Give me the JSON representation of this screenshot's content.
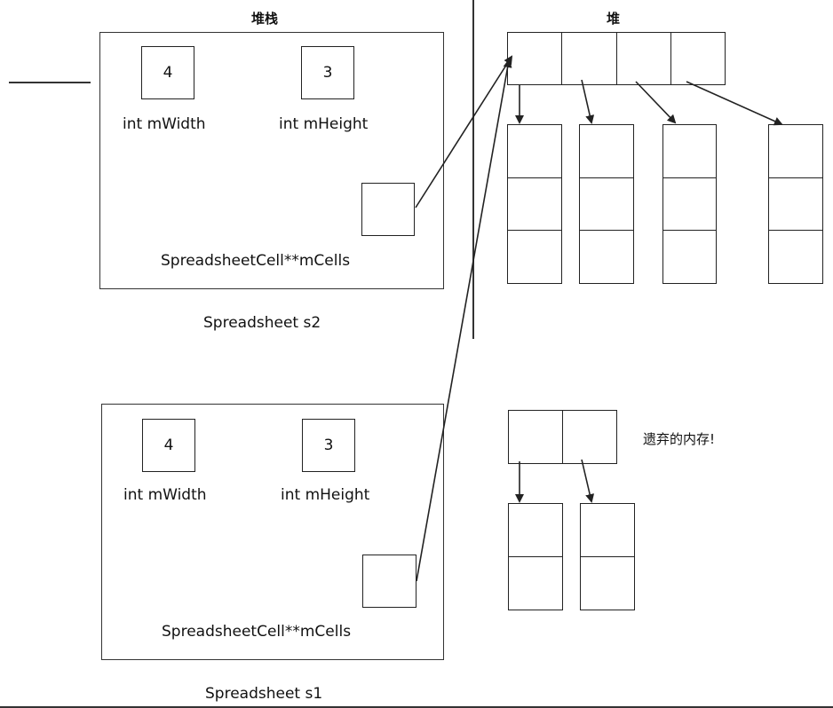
{
  "headers": {
    "stack": "堆栈",
    "heap": "堆"
  },
  "s2": {
    "width_value": "4",
    "height_value": "3",
    "width_label": "int mWidth",
    "height_label": "int mHeight",
    "cells_label": "SpreadsheetCell**mCells",
    "caption": "Spreadsheet s2"
  },
  "s1": {
    "width_value": "4",
    "height_value": "3",
    "width_label": "int mWidth",
    "height_label": "int mHeight",
    "cells_label": "SpreadsheetCell**mCells",
    "caption": "Spreadsheet s1"
  },
  "orphan_note": "遗弃的内存!"
}
